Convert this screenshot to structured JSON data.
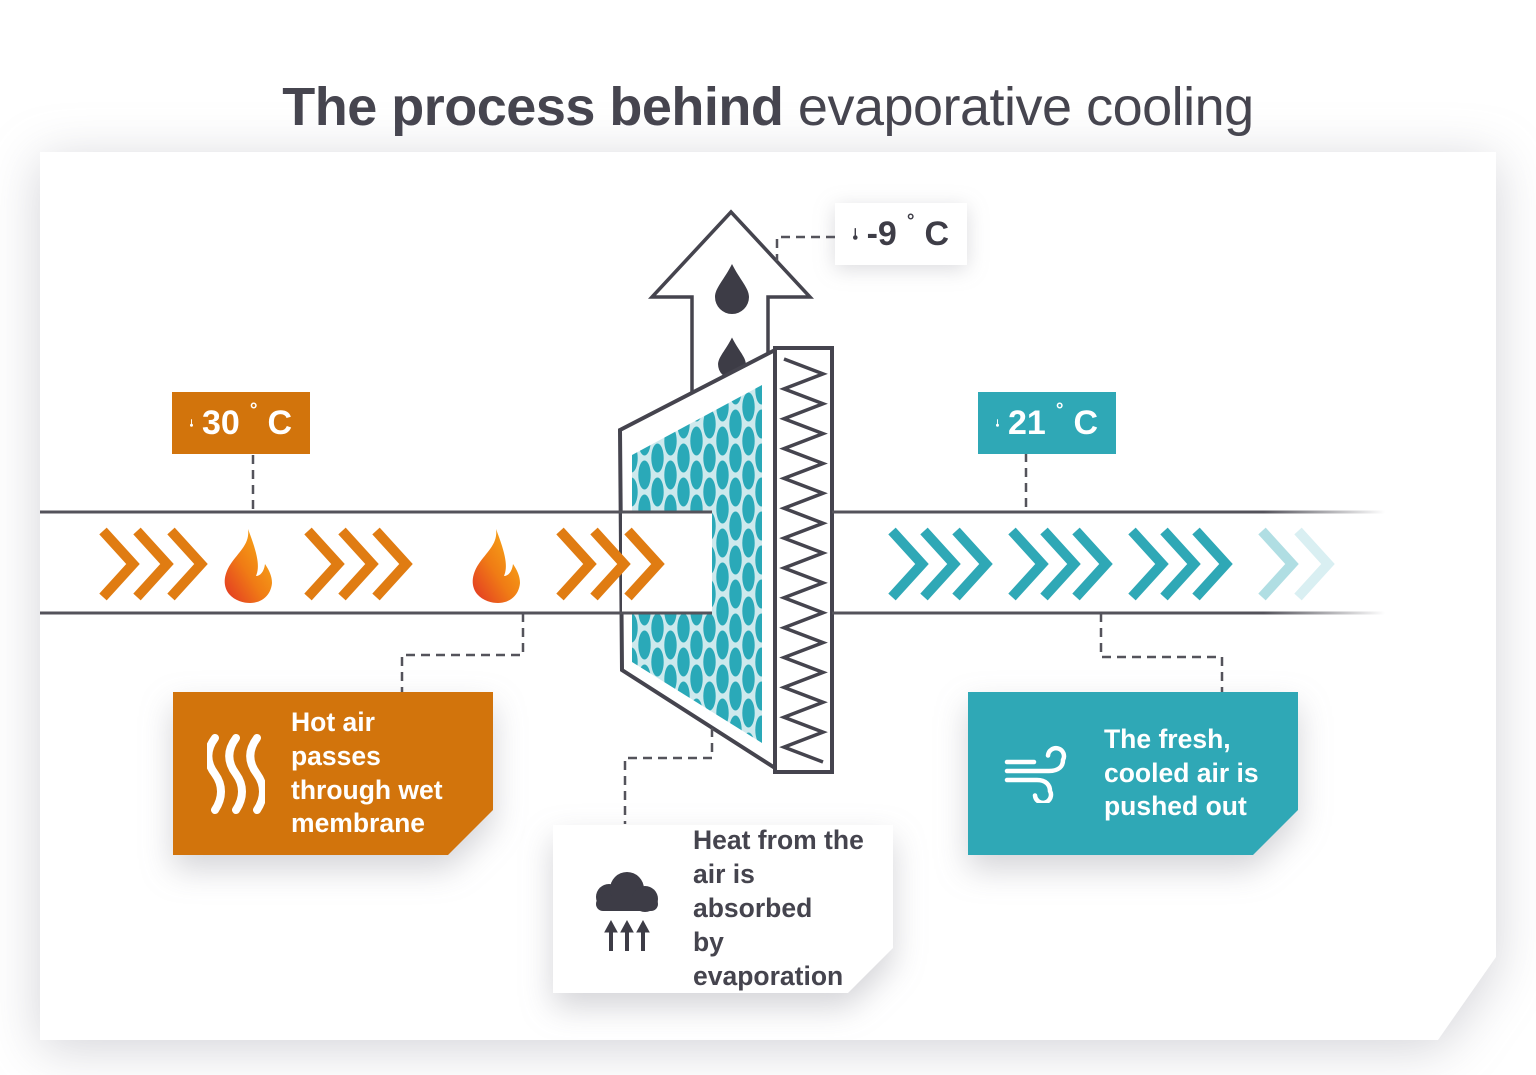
{
  "title": {
    "bold": "The process behind",
    "light": "evaporative cooling"
  },
  "badges": {
    "hot_inlet": {
      "temp": "30",
      "degree": "°",
      "unit": "C"
    },
    "exhaust": {
      "temp": "-9",
      "degree": "°",
      "unit": "C"
    },
    "cool_outlet": {
      "temp": "21",
      "degree": "°",
      "unit": "C"
    }
  },
  "callouts": {
    "hot_air": {
      "icon": "heat-waves-icon",
      "text": "Hot air passes\nthrough wet\nmembrane"
    },
    "evaporation": {
      "icon": "evaporation-cloud-icon",
      "text": "Heat from the\nair is absorbed\nby evaporation"
    },
    "cooled_air": {
      "icon": "wind-icon",
      "text": "The fresh,\ncooled air is\npushed out"
    }
  },
  "colors": {
    "orange": "#d2740c",
    "chevron_orange": "#e07c12",
    "teal": "#2fa8b6",
    "dark_text": "#45444e",
    "line_gray": "#54535b",
    "membrane_teal": "#2aa9b8",
    "membrane_light": "#cde9ed",
    "flame_red": "#e23325",
    "flame_yellow": "#f9b517"
  }
}
